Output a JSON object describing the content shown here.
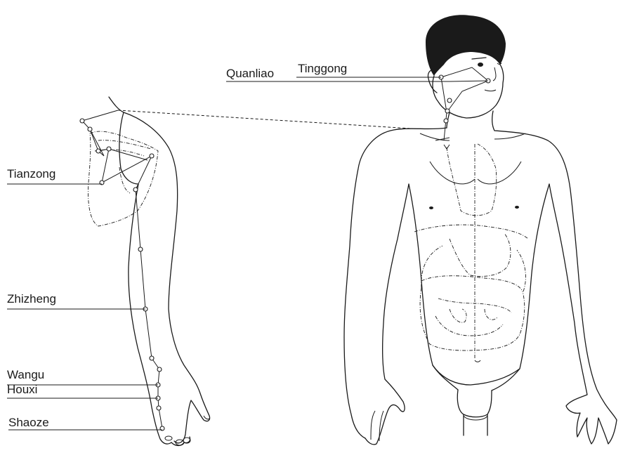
{
  "labels": {
    "tiangong": "Tinggong",
    "quanliao": "Quanliao",
    "tianzong": "Tianzong",
    "zhizheng": "Zhizheng",
    "wangu": "Wangu",
    "houxi": "Houxi",
    "shaoze": "Shaoze"
  }
}
